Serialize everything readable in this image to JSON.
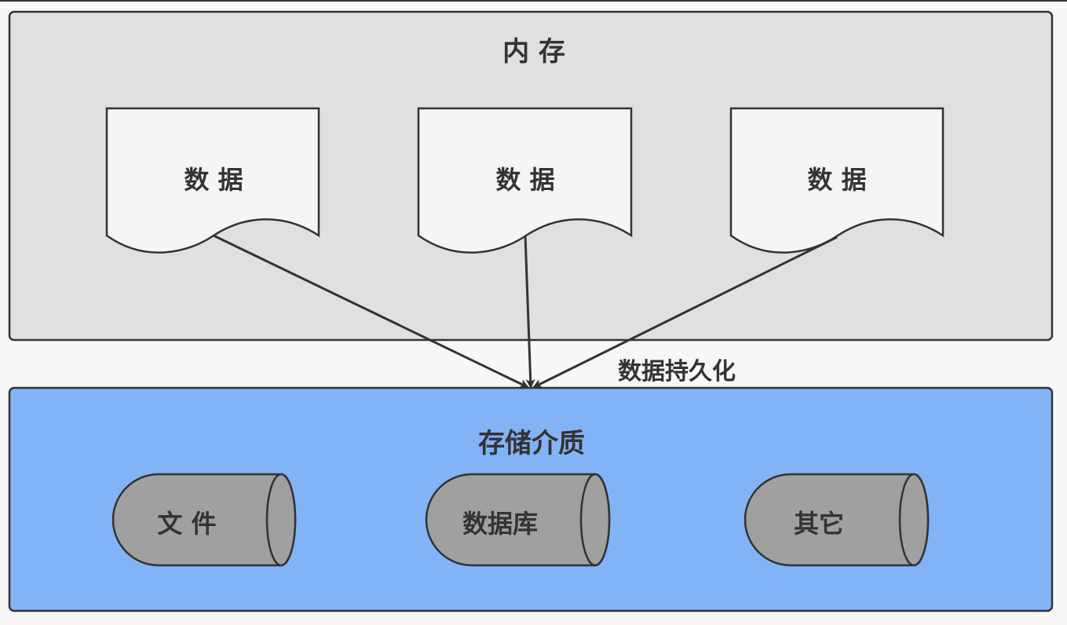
{
  "memory": {
    "title": "内 存",
    "data_label": "数 据",
    "fill": "#e0e0e0"
  },
  "arrow_label": "数据持久化",
  "storage": {
    "title": "存储介质",
    "fill": "#82b3f6",
    "media": [
      {
        "label": "文 件"
      },
      {
        "label": "数据库"
      },
      {
        "label": "其它"
      }
    ]
  },
  "colors": {
    "stroke": "#333333",
    "document_fill": "#f5f5f5",
    "cylinder_fill": "#a0a0a0"
  }
}
